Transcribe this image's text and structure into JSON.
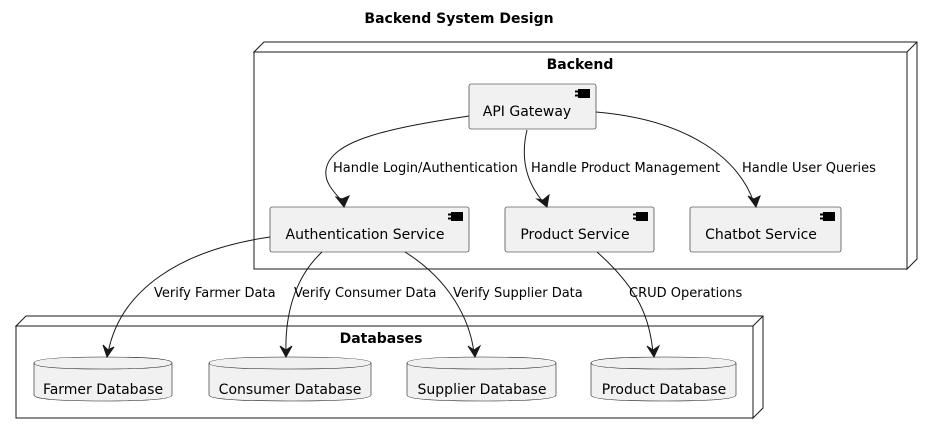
{
  "title": "Backend System Design",
  "nodes": {
    "backend": {
      "label": "Backend"
    },
    "databases": {
      "label": "Databases"
    }
  },
  "components": {
    "api_gateway": "API Gateway",
    "auth_service": "Authentication Service",
    "product_service": "Product Service",
    "chatbot_service": "Chatbot Service"
  },
  "databases": {
    "farmer": "Farmer Database",
    "consumer": "Consumer Database",
    "supplier": "Supplier Database",
    "product": "Product Database"
  },
  "edges": {
    "login": "Handle Login/Authentication",
    "product_mgmt": "Handle Product Management",
    "user_queries": "Handle User Queries",
    "verify_farmer": "Verify Farmer Data",
    "verify_consumer": "Verify Consumer Data",
    "verify_supplier": "Verify Supplier Data",
    "crud": "CRUD Operations"
  }
}
